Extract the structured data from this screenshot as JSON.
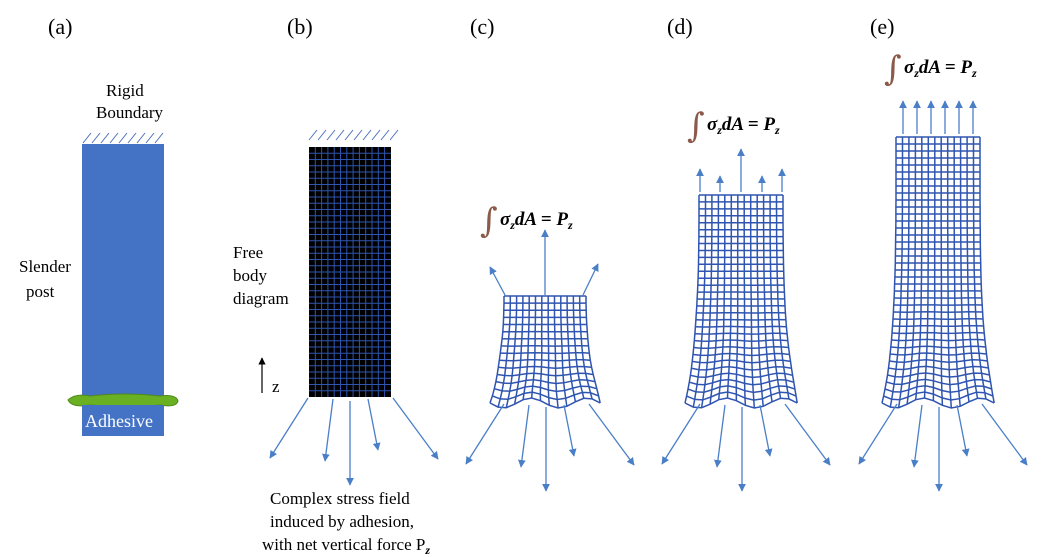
{
  "panels": {
    "a": "(a)",
    "b": "(b)",
    "c": "(c)",
    "d": "(d)",
    "e": "(e)"
  },
  "labels": {
    "rigid_boundary": [
      "Rigid",
      "Boundary"
    ],
    "slender_post": [
      "Slender",
      "post"
    ],
    "adhesive": "Adhesive",
    "free_body_diagram": [
      "Free",
      "body",
      "diagram"
    ],
    "z_axis": "z",
    "caption": [
      "Complex stress field",
      "induced by adhesion,",
      "with net vertical force P"
    ],
    "caption_subscript": "z"
  },
  "equation": {
    "integral": "∫",
    "lhs": "σ",
    "lhs_sub": "z",
    "mid": "dA = P",
    "rhs_sub": "z"
  },
  "colors": {
    "post_fill": "#4472c4",
    "adhesive_fill": "#6ab023",
    "mesh": "#2f55b0",
    "arrow": "#4a7fc8",
    "integral": "#8b5a4a"
  }
}
